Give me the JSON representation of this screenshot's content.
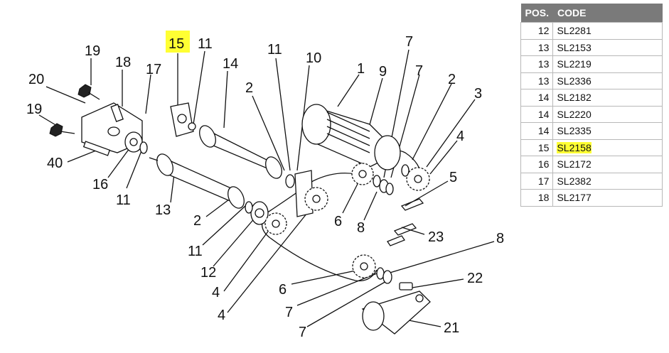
{
  "table": {
    "headers": [
      "POS.",
      "CODE"
    ],
    "rows": [
      {
        "pos": "12",
        "code": "SL2281"
      },
      {
        "pos": "13",
        "code": "SL2153"
      },
      {
        "pos": "13",
        "code": "SL2219"
      },
      {
        "pos": "13",
        "code": "SL2336"
      },
      {
        "pos": "14",
        "code": "SL2182"
      },
      {
        "pos": "14",
        "code": "SL2220"
      },
      {
        "pos": "14",
        "code": "SL2335"
      },
      {
        "pos": "15",
        "code": "SL2158",
        "highlighted": true
      },
      {
        "pos": "16",
        "code": "SL2172"
      },
      {
        "pos": "17",
        "code": "SL2382"
      },
      {
        "pos": "18",
        "code": "SL2177"
      }
    ],
    "highlight_color": "#ffff33"
  },
  "diagram": {
    "callouts": [
      "19",
      "18",
      "17",
      "15",
      "11",
      "14",
      "20",
      "19",
      "40",
      "16",
      "11",
      "13",
      "2",
      "11",
      "12",
      "4",
      "4",
      "11",
      "10",
      "2",
      "1",
      "9",
      "7",
      "7",
      "2",
      "3",
      "4",
      "5",
      "6",
      "8",
      "23",
      "8",
      "6",
      "7",
      "7",
      "22",
      "21"
    ],
    "highlighted_callout": "15"
  }
}
